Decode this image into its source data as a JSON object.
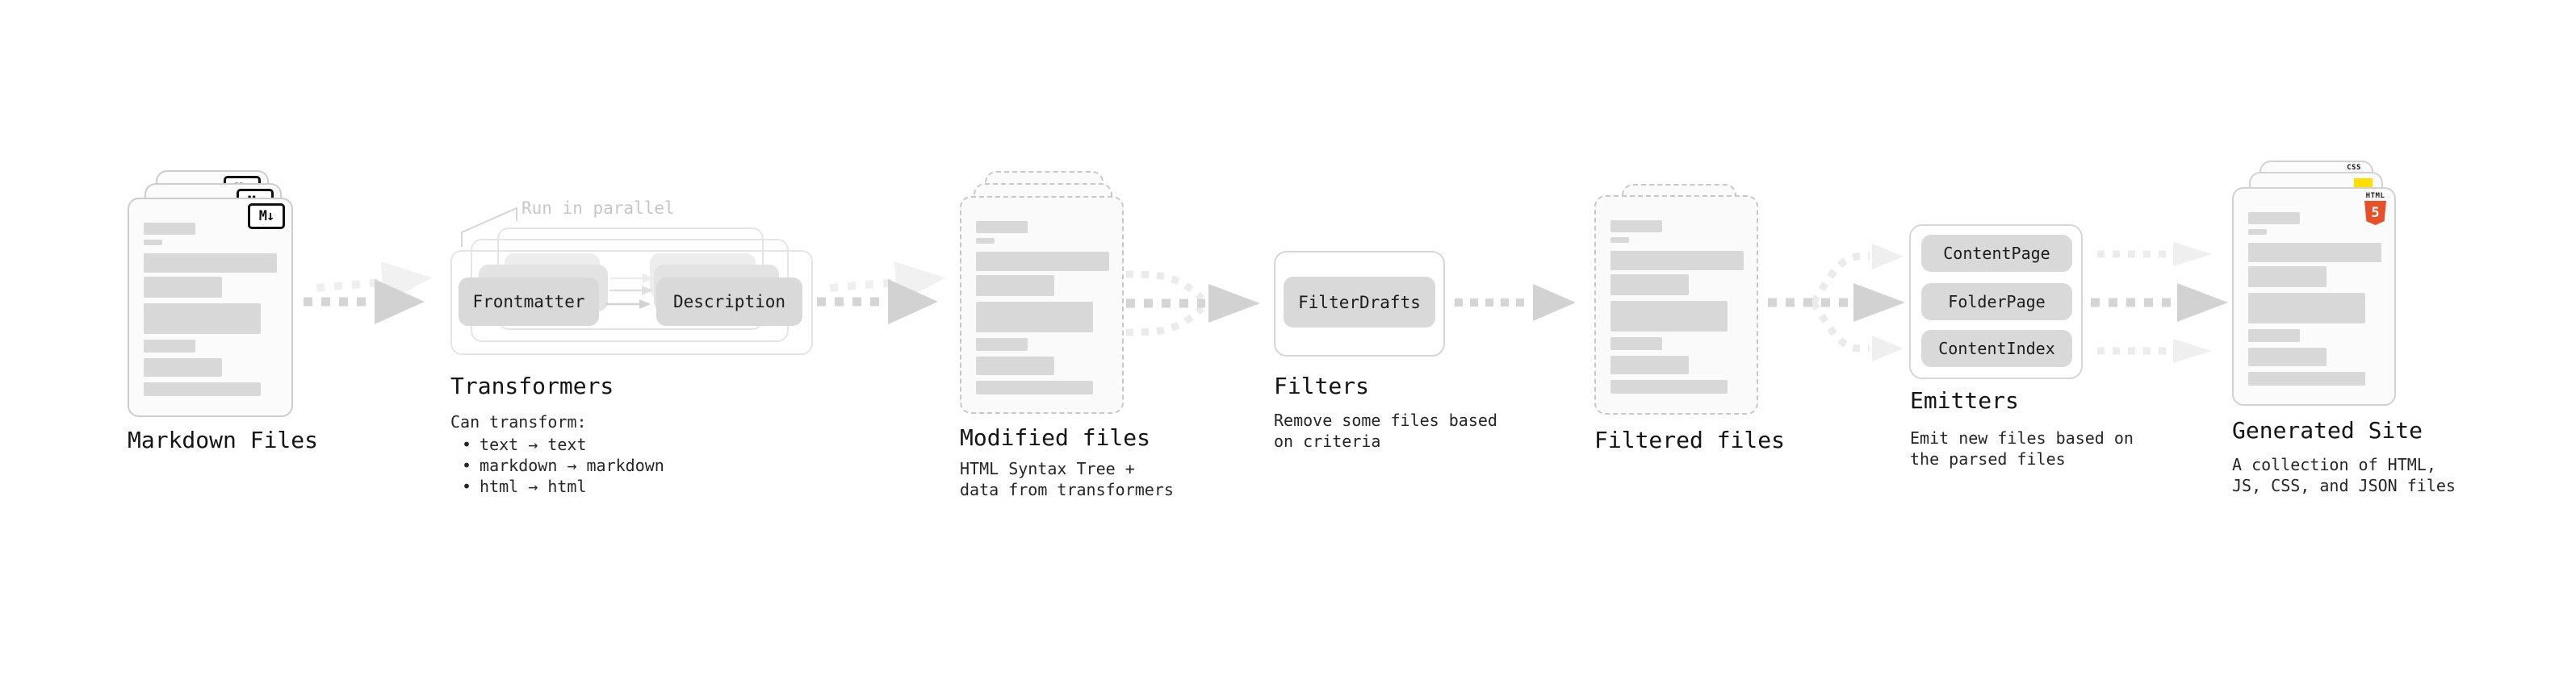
{
  "markdown_files": {
    "label": "Markdown Files",
    "badge": "M↓"
  },
  "transformers": {
    "annotation": "Run in parallel",
    "transformer_a": "Frontmatter",
    "transformer_b": "Description",
    "title": "Transformers",
    "desc_lead": "Can transform:",
    "bullet_glyph": "•",
    "bullets": [
      "text → text",
      "markdown → markdown",
      "html → html"
    ]
  },
  "modified_files": {
    "title": "Modified files",
    "desc": "HTML Syntax Tree +\ndata from transformers"
  },
  "filters": {
    "filter_name": "FilterDrafts",
    "title": "Filters",
    "desc": "Remove some files based\non criteria"
  },
  "filtered_files": {
    "label": "Filtered files"
  },
  "emitters": {
    "emitter_names": [
      "ContentPage",
      "FolderPage",
      "ContentIndex"
    ],
    "title": "Emitters",
    "desc": "Emit new files based on\nthe parsed files"
  },
  "generated_site": {
    "title": "Generated Site",
    "desc": "A collection of HTML,\nJS, CSS, and JSON files",
    "css_badge": "CSS",
    "html_badge_word": "HTML",
    "html_badge_number": "5"
  },
  "colors": {
    "accent_html": "#e8502a",
    "accent_js": "#ffdf00",
    "accent_css": "#2b5fe3",
    "arrow_main": "#d5d5d5",
    "arrow_light": "#ececec"
  }
}
